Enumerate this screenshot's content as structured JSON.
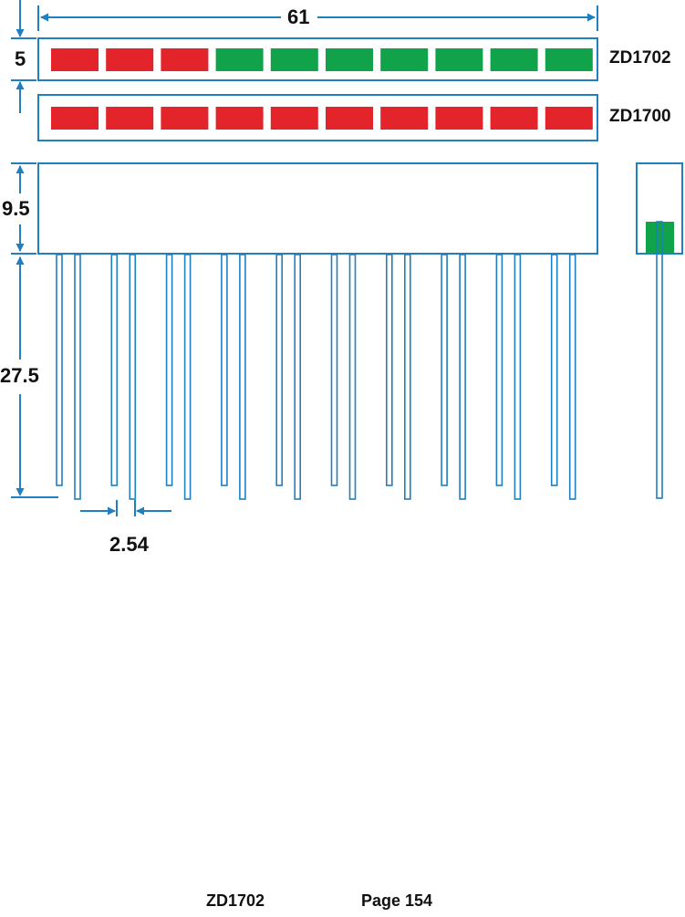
{
  "colors": {
    "outline": "#1f7fc0",
    "led_red": "#e3242b",
    "led_green": "#11a34a",
    "text": "#111111"
  },
  "dimensions": {
    "width": "61",
    "led_height": "5",
    "body_height": "9.5",
    "pin_length": "27.5",
    "pin_pitch": "2.54"
  },
  "bars": [
    {
      "part": "ZD1702",
      "leds": [
        "red",
        "red",
        "red",
        "green",
        "green",
        "green",
        "green",
        "green",
        "green",
        "green"
      ]
    },
    {
      "part": "ZD1700",
      "leds": [
        "red",
        "red",
        "red",
        "red",
        "red",
        "red",
        "red",
        "red",
        "red",
        "red"
      ]
    }
  ],
  "side_view": {
    "led": "green"
  },
  "footer": {
    "part": "ZD1702",
    "page": "Page 154"
  }
}
